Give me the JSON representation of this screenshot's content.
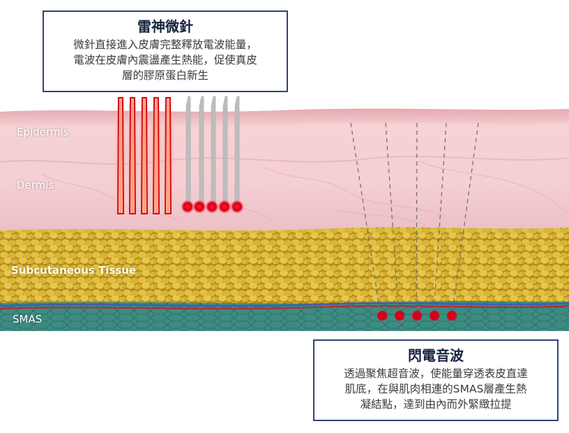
{
  "callouts": {
    "microneedle": {
      "title": "雷神微針",
      "lines": [
        "微針直接進入皮膚完整釋放電波能量，",
        "電波在皮膚內震盪產生熱能，促使真皮",
        "層的膠原蛋白新生"
      ]
    },
    "hifu": {
      "title": "閃電音波",
      "lines": [
        "透過聚焦超音波，使能量穿透表皮直達",
        "肌底，在與肌肉相連的SMAS層產生熱",
        "凝結點，達到由內而外緊緻拉提"
      ]
    }
  },
  "layers": {
    "epidermis": "Epidermis",
    "dermis": "Dermis",
    "subcutaneous": "Subcutaneous Tissue",
    "smas": "SMAS"
  },
  "colors": {
    "border": "#2f4571",
    "heat_red": "#d8001b",
    "needle_gray": "#b9b9b9",
    "fat_yellow": "#d8b23a",
    "smas_teal": "#3b8a80"
  },
  "diagram": {
    "active_needle_count": 5,
    "inactive_needle_count": 5,
    "hifu_focal_point_count": 5
  }
}
